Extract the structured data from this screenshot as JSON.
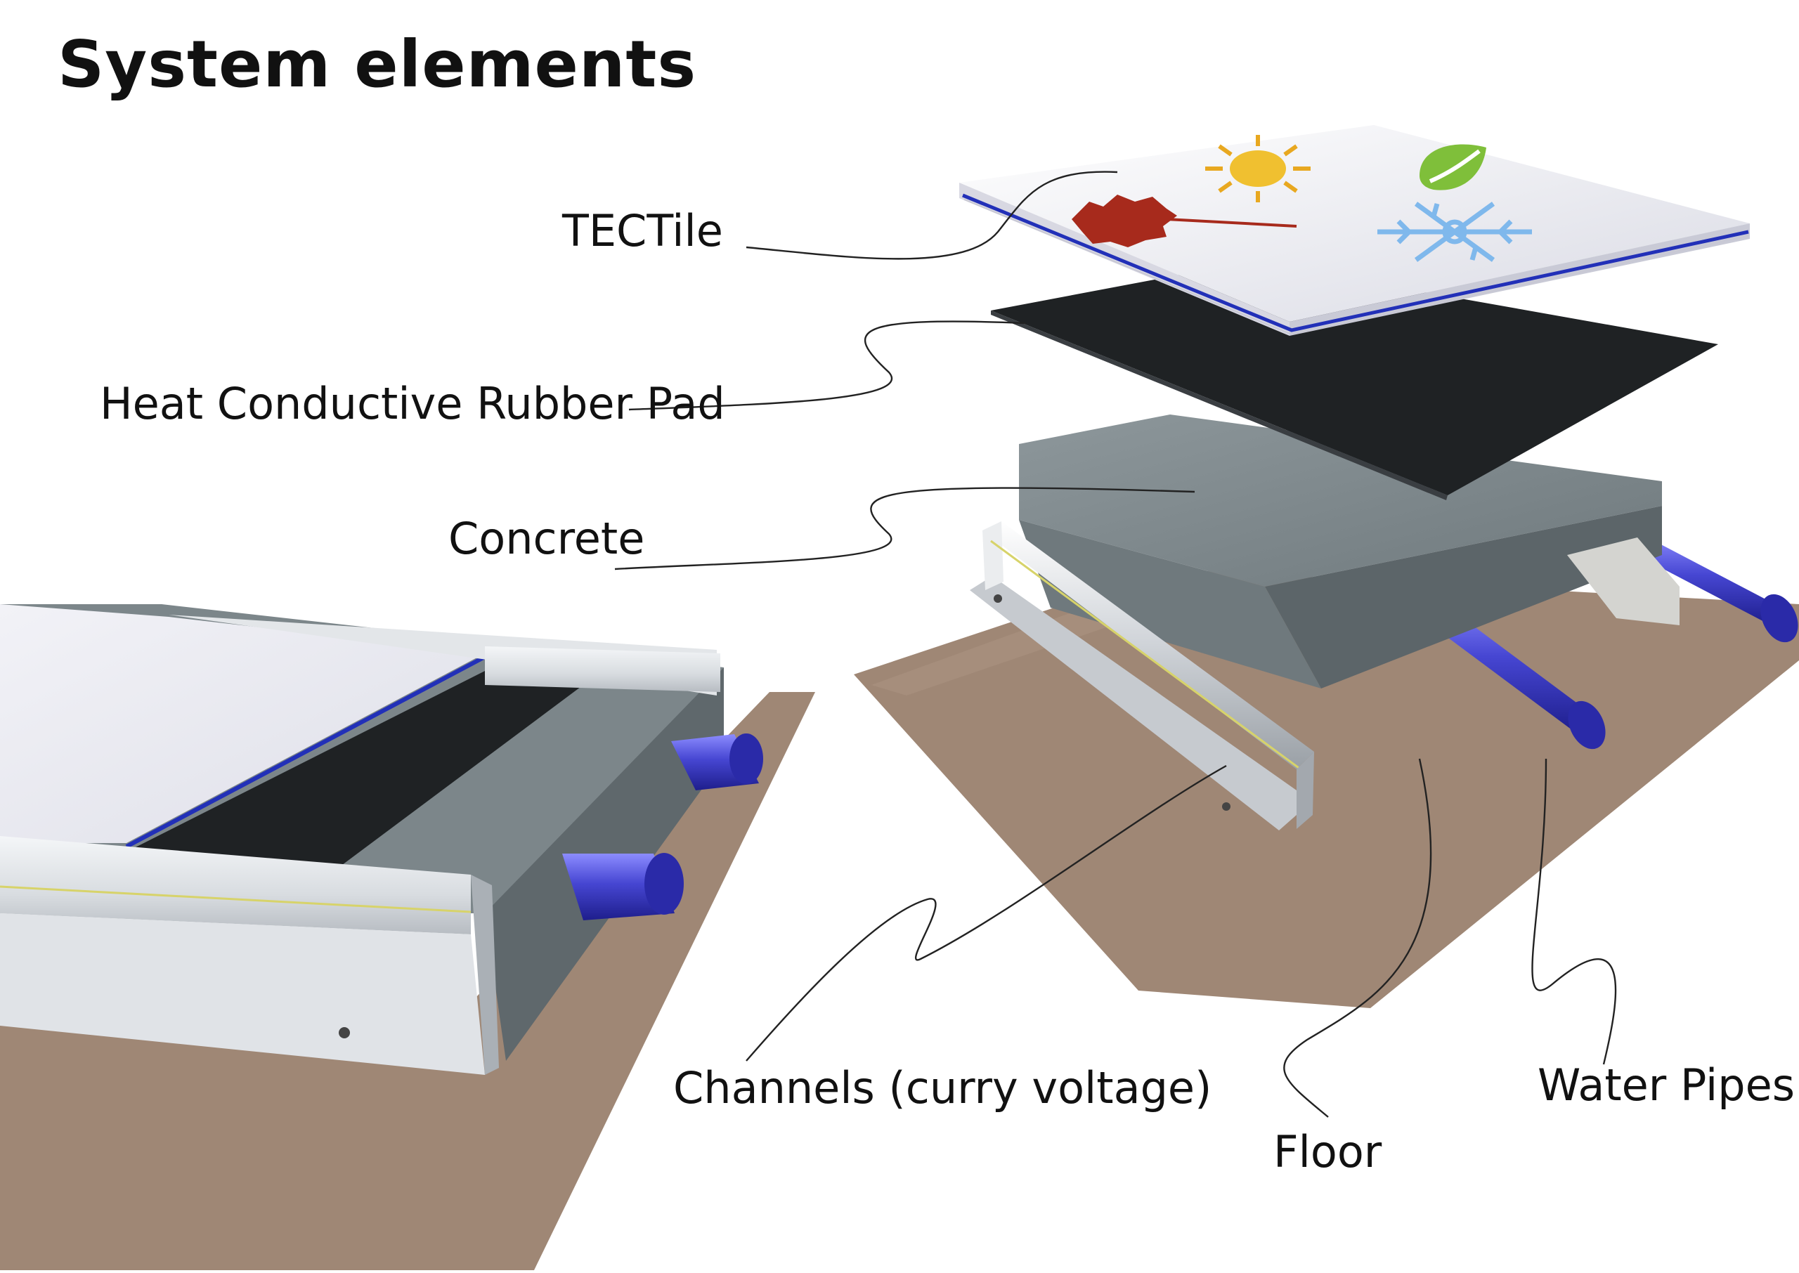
{
  "title": "System elements",
  "labels": {
    "tectile": "TECTile",
    "rubber_pad": "Heat Conductive Rubber Pad",
    "concrete": "Concrete",
    "channels": "Channels (curry voltage)",
    "floor": "Floor",
    "water_pipes": "Water Pipes"
  },
  "tile_icons": [
    "sun-icon",
    "leaf-icon",
    "autumn-leaf-icon",
    "snowflake-icon"
  ],
  "colors": {
    "pipe": "#4a4ad6",
    "rubber": "#1f2224",
    "concrete": "#7a8488",
    "floor": "#9e8674",
    "tile": "#eeeef4",
    "tile_edge": "#2230b8",
    "rail": "#dfe2e6"
  }
}
